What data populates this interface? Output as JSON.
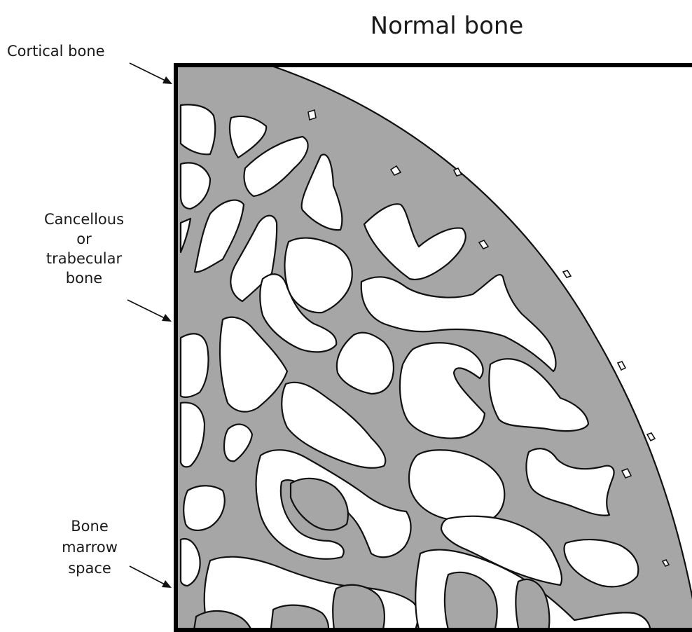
{
  "title": "Normal bone",
  "labels": {
    "cortical": "Cortical bone",
    "cancellous": [
      "Cancellous",
      "or",
      "trabecular",
      "bone"
    ],
    "marrow": [
      "Bone",
      "marrow",
      "space"
    ]
  },
  "colors": {
    "bone_fill": "#a6a6a6",
    "marrow_fill": "#ffffff",
    "outline": "#111111"
  }
}
